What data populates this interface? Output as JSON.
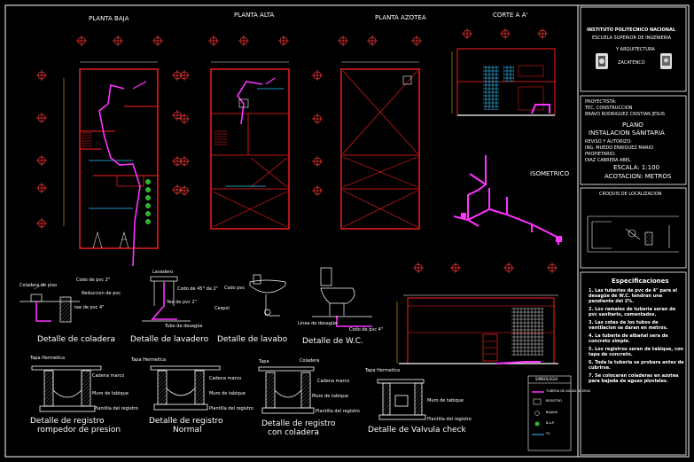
{
  "colors": {
    "background": "#000000",
    "frame": "#ffffff",
    "wall": "#ff2020",
    "pipe": "#ff33ff",
    "axis": "#ff3b3b",
    "tile": "#2ec4ff",
    "green": "#2fb52f",
    "yellow": "#ffd400"
  },
  "views": {
    "planta_baja": "PLANTA BAJA",
    "planta_alta": "PLANTA ALTA",
    "planta_azotea": "PLANTA AZOTEA",
    "corte": "CORTE A A'",
    "isometrico": "ISOMETRICO"
  },
  "title_block": {
    "institute": "INSTITUTO POLITECNICO NACIONAL",
    "school": "ESCUELA SUPERIOR DE INGENIERIA",
    "school2": "Y ARQUITECTURA",
    "campus": "ZACATENCO",
    "proyectista_label": "PROYECTISTA:",
    "proyectista_title": "TEC. CONSTRUCCION",
    "proyectista_name": "BRAVO RODRIGUEZ CRISTIAN JESUS",
    "plano_label": "PLANO",
    "plano": "INSTALACION SANITARIA",
    "revisor_label": "REVISO Y AUTORIZO:",
    "revisor": "ING. MUEDO ENRIQUEZ MARIO",
    "propietario_label": "PROPIETARIO:",
    "propietario": "DIAZ CABRERA ABEL",
    "escala": "ESCALA: 1:100",
    "acotacion": "ACOTACION: METROS",
    "croquis": "CROQUIS DE LOCALIZACION"
  },
  "specs": {
    "title": "Especificaciones",
    "items": [
      "1. Las tuberias de pvc de 4\" para el desagüe de W.C. tendran una pendiente del 2%.",
      "2. Los ramales de tuberia seran de pvc sanitario, cementados.",
      "3. Las cotas de los tubos de ventilacion se daran en metros.",
      "4. La tuberia de albañal sera de concreto simple.",
      "5. Los registros seran de tabique, con tapa de concreto.",
      "6. Toda la tuberia se probara antes de cubrirse.",
      "7. Se colocaran coladeras en azotea para bajada de aguas pluviales."
    ]
  },
  "legend": {
    "title": "SIMBOLOGIA",
    "rows": [
      "TUBERIA DE AGUAS NEGRAS",
      "REGISTRO",
      "BAJADA",
      "B.A.P.",
      "TV"
    ]
  },
  "details": {
    "coladera": "Detalle de coladera",
    "lavadero": "Detalle de lavadero",
    "lavabo": "Detalle de lavabo",
    "wc": "Detalle de W.C.",
    "registro_rompedor_1": "Detalle de registro",
    "registro_rompedor_2": "rompedor de presion",
    "registro_normal_1": "Detalle de registro",
    "registro_normal_2": "Normal",
    "registro_coladera_1": "Detalle de registro",
    "registro_coladera_2": "con coladera",
    "valvula": "Detalle de Valvula check"
  },
  "detail_labels": {
    "coladera_piso": "Coladera de piso",
    "codo_pvc": "Codo de pvc 2\"",
    "reduccion": "Reduccion de pvc",
    "tee": "tee de pvc 4\"",
    "lavadero": "Lavadero",
    "codo_45": "Codo de 45° de 2\"",
    "yee": "Yee de pvc 2\"",
    "tubo_desague": "Tubo de desagüe",
    "codo_lavabo": "Codo pvc",
    "cespol": "Cespol",
    "linea_desague": "Linea de desagüe",
    "codo_wc": "Codo de pvc 4\"",
    "tapa": "Tapa Hermetica",
    "tapa_short": "Tapa",
    "cadena": "Cadena marco",
    "muro": "Muro de tabique",
    "plantilla": "Plantilla del registro",
    "coladera_label": "Coladera"
  }
}
